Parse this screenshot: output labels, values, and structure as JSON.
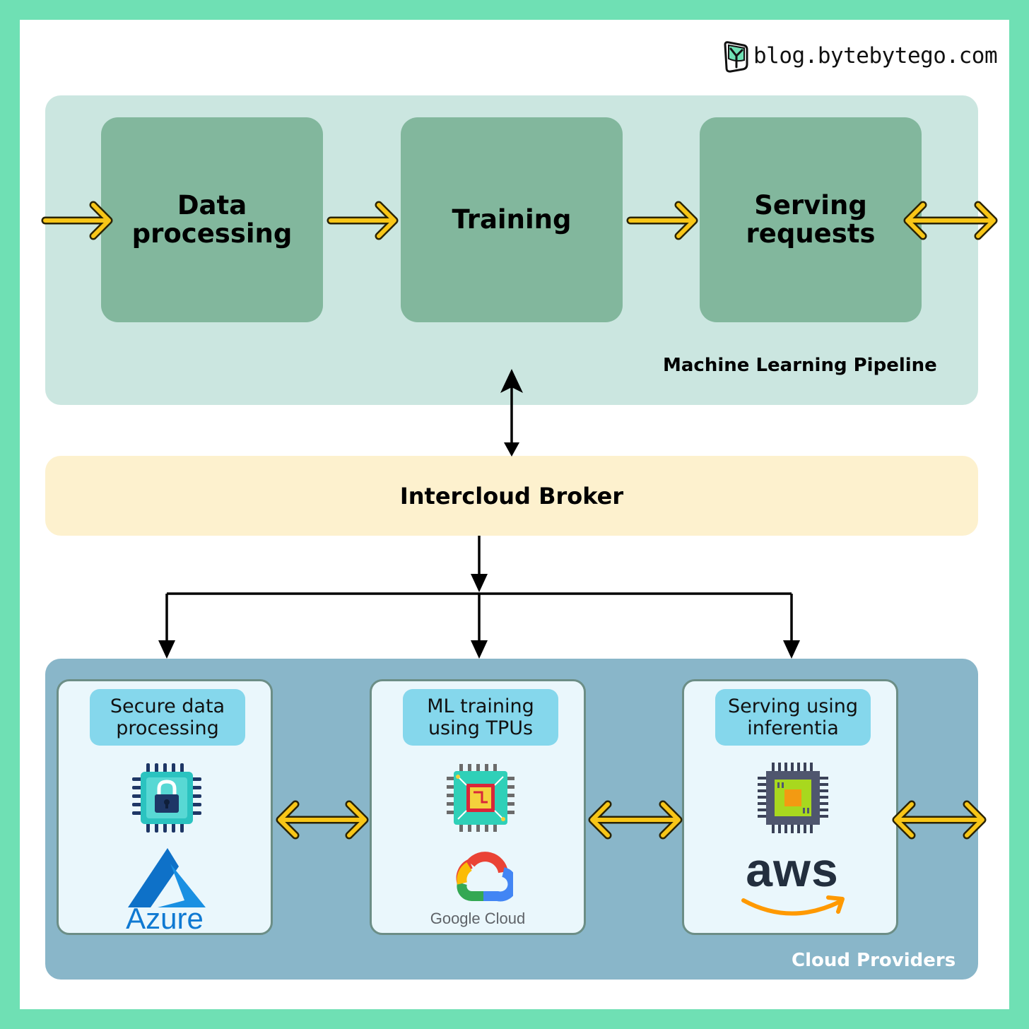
{
  "brand": {
    "site": "blog.bytebytego.com",
    "logo_icon": "bytebytego-logo-icon"
  },
  "pipeline": {
    "label": "Machine Learning Pipeline",
    "stages": [
      {
        "label": "Data processing"
      },
      {
        "label": "Training"
      },
      {
        "label": "Serving requests"
      }
    ]
  },
  "broker": {
    "label": "Intercloud Broker"
  },
  "providers": {
    "label": "Cloud Providers",
    "cards": [
      {
        "label": "Secure data processing",
        "chip_icon": "secure-chip-lock-icon",
        "logo": "Azure"
      },
      {
        "label": "ML training using TPUs",
        "chip_icon": "tpu-chip-icon",
        "logo": "Google Cloud"
      },
      {
        "label": "Serving using inferentia",
        "chip_icon": "inferentia-chip-icon",
        "logo": "aws"
      }
    ]
  },
  "colors": {
    "frame": "#6fe0b4",
    "pipeline_bg": "#cbe6e0",
    "stage_bg": "#82b79d",
    "broker_bg": "#fdf1ce",
    "providers_bg": "#89b6c9",
    "card_bg": "#eaf7fc",
    "card_label_bg": "#85d7ec",
    "arrow_yellow": "#f8c617",
    "azure_blue": "#0f79d2",
    "aws_text": "#232f3e",
    "aws_orange": "#ff9900"
  }
}
